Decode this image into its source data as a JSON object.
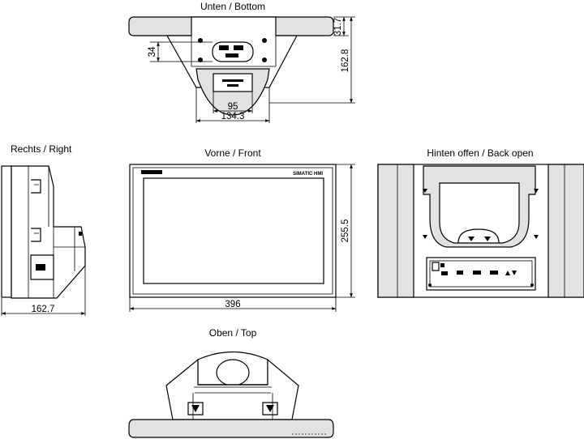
{
  "views": {
    "bottom": {
      "title": "Unten / Bottom",
      "dims": {
        "flange_depth": "31.7",
        "total_depth": "162.8",
        "bracket_offset": "34",
        "inner_width": "95",
        "outer_width": "134.3"
      }
    },
    "right": {
      "title": "Rechts / Right",
      "dims": {
        "depth": "162.7"
      }
    },
    "front": {
      "title": "Vorne / Front",
      "brand_label": "SIMATIC HMI",
      "dims": {
        "width": "396",
        "height": "255.5"
      }
    },
    "back": {
      "title": "Hinten offen / Back open"
    },
    "top": {
      "title": "Oben / Top"
    }
  }
}
